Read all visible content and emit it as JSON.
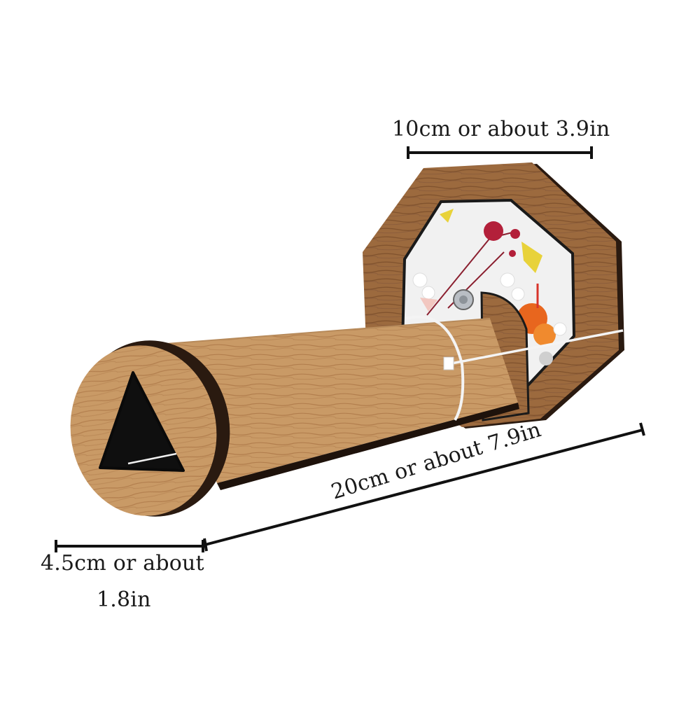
{
  "product": {
    "name": "wooden kaleidoscope",
    "colors": {
      "wood_light": "#c99a66",
      "wood_mid": "#b07d4c",
      "wood_dark": "#8a5a33",
      "edge_dark": "#2a1a10",
      "accent_black": "#111111",
      "flower_red": "#b3203a",
      "flower_orange": "#e8661e",
      "flower_yellow": "#e8d23a"
    }
  },
  "dimensions": {
    "top": {
      "label": "10cm or about 3.9in"
    },
    "length": {
      "label": "20cm or about 7.9in"
    },
    "diameter": {
      "label_line1": "4.5cm or about",
      "label_line2": "1.8in"
    }
  },
  "icons": {
    "eyepiece_shape": "triangle-icon",
    "frame_shape": "octagon"
  }
}
